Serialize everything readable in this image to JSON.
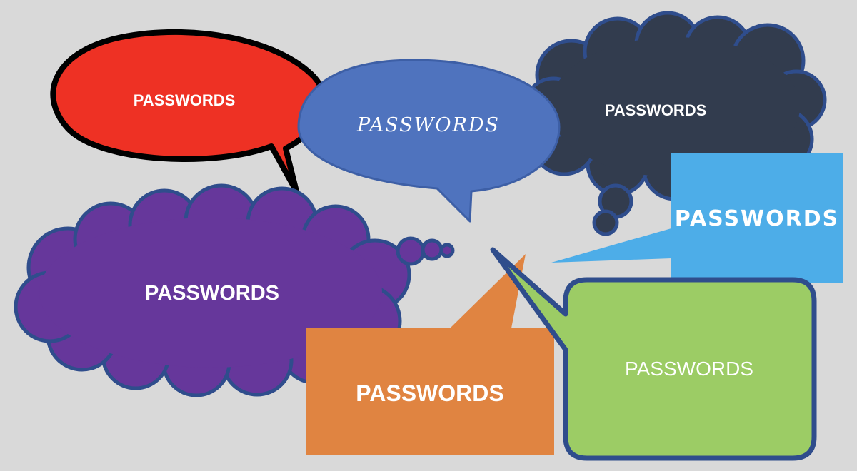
{
  "background_color": "#d9d9d9",
  "bubbles": [
    {
      "label": "PASSWORDS",
      "shape": "oval-speech-bubble",
      "fill": "#ee3124",
      "outline": "#000000"
    },
    {
      "label": "PASSWORDS",
      "shape": "oval-speech-bubble",
      "fill": "#4f73be",
      "outline": "#3d5fa6"
    },
    {
      "label": "PASSWORDS",
      "shape": "thought-cloud",
      "fill": "#323c4e",
      "outline": "#2f4d8c"
    },
    {
      "label": "PASSWORDS",
      "shape": "rectangular-callout",
      "fill": "#4dade8",
      "outline": "#4dade8"
    },
    {
      "label": "PASSWORDS",
      "shape": "thought-cloud",
      "fill": "#66379b",
      "outline": "#2f4d8c"
    },
    {
      "label": "PASSWORDS",
      "shape": "rectangular-callout",
      "fill": "#e08441",
      "outline": "#e08441"
    },
    {
      "label": "PASSWORDS",
      "shape": "rounded-callout",
      "fill": "#9ccc65",
      "outline": "#2f4d8c"
    }
  ]
}
